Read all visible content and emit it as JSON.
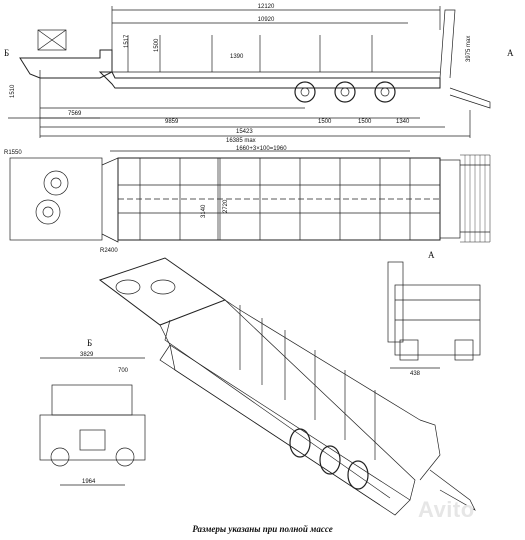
{
  "side_view": {
    "label_b": "Б",
    "label_a": "А",
    "dims": {
      "overall_top": "12120",
      "deck_len": "10920",
      "h1517": "1517",
      "h1500": "1500",
      "d1390": "1390",
      "h1510": "1510",
      "h3975": "3975 max",
      "d7569": "7569",
      "d9859": "9859",
      "d1500a": "1500",
      "d1500b": "1500",
      "d1340": "1340",
      "d15423": "15423",
      "d16385": "16385 max"
    }
  },
  "top_view": {
    "dims": {
      "r1550": "R1550",
      "r2400": "R2400",
      "spacing": "1660+3×100=1960",
      "w3140": "3140",
      "w2720": "2720"
    }
  },
  "rear_view": {
    "label": "А",
    "dim": "438"
  },
  "front_view": {
    "label": "Б",
    "dims": {
      "w3829": "3829",
      "h700": "700",
      "w1964": "1964"
    }
  },
  "caption": "Размеры указаны при полной массе",
  "watermark": "Avito"
}
